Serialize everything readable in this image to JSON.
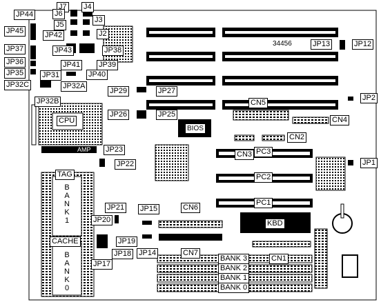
{
  "board_number": "34456",
  "chips": {
    "cpu": "CPU",
    "amp": "AMP",
    "bios": "BIOS",
    "kbd": "KBD",
    "tag": "TAG",
    "cache": "CACHE",
    "bank1": "BANK1",
    "bank0": "BANK0"
  },
  "jumpers": {
    "jp44": "JP44",
    "jp45": "JP45",
    "jp37": "JP37",
    "jp36": "JP36",
    "jp35": "JP35",
    "jp31": "JP31",
    "jp32c": "JP32C",
    "jp32a": "JP32A",
    "jp32b": "JP32B",
    "j7": "J7",
    "j6": "J6",
    "j5": "J5",
    "j4": "J4",
    "j3": "J3",
    "j2": "J2",
    "jp42": "JP42",
    "jp43": "JP43",
    "jp41": "JP41",
    "jp40": "JP40",
    "jp39": "JP39",
    "jp38": "JP38",
    "jp13": "JP13",
    "jp12": "JP12",
    "jp2": "JP2",
    "jp1": "JP1",
    "jp29": "JP29",
    "jp27": "JP27",
    "jp26": "JP26",
    "jp25": "JP25",
    "jp23": "JP23",
    "jp22": "JP22",
    "jp21": "JP21",
    "jp20": "JP20",
    "jp19": "JP19",
    "jp18": "JP18",
    "jp17": "JP17",
    "jp15": "JP15",
    "jp14": "JP14"
  },
  "connectors": {
    "cn5": "CN5",
    "cn4": "CN4",
    "cn2": "CN2",
    "cn3": "CN3",
    "cn6": "CN6",
    "cn7": "CN7",
    "cn1": "CN1",
    "pc3": "PC3",
    "pc2": "PC2",
    "pc1": "PC1"
  },
  "memory_banks": {
    "bank3": "BANK 3",
    "bank2": "BANK 2",
    "bank1": "BANK 1",
    "bank0": "BANK 0"
  }
}
